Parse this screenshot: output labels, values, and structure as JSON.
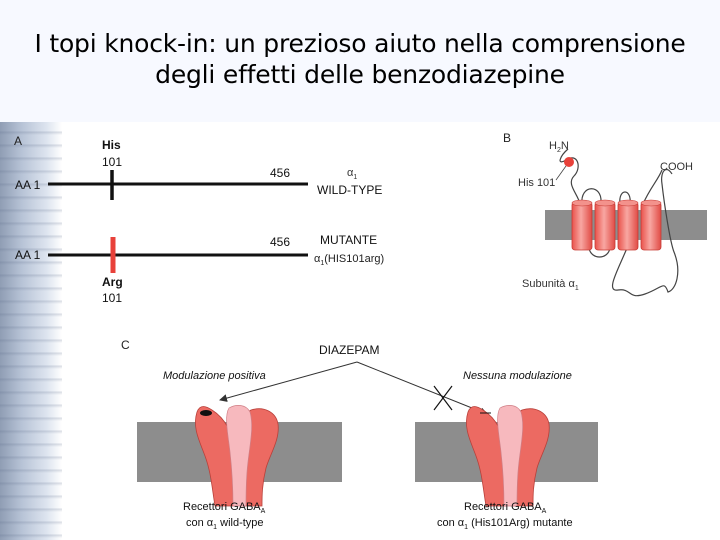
{
  "title": {
    "line1": "I topi knock-in: un prezioso aiuto nella comprensione",
    "line2": "degli effetti delle benzodiazepine"
  },
  "panel_a": {
    "label": "A",
    "wildtype": {
      "start": "AA 1",
      "end": "456",
      "residue": "His",
      "position": "101",
      "alpha": "α",
      "alpha_sub": "1",
      "type": "WILD-TYPE"
    },
    "mutant": {
      "start": "AA 1",
      "end": "456",
      "residue": "Arg",
      "position": "101",
      "type": "MUTANTE",
      "alpha": "α",
      "alpha_sub": "1",
      "mutation": "(HIS101arg)"
    }
  },
  "panel_b": {
    "label": "B",
    "n_term": "H",
    "n_term_sub": "2",
    "n_term_end": "N",
    "c_term": "COOH",
    "residue": "His 101",
    "subunit": "Subunità α",
    "subunit_sub": "1"
  },
  "panel_c": {
    "label": "C",
    "drug": "DIAZEPAM",
    "left_effect": "Modulazione positiva",
    "right_effect": "Nessuna modulazione",
    "left_caption_1": "Recettori GABA",
    "left_caption_1_sub": "A",
    "left_caption_2": "con α",
    "left_caption_2_sub": "1",
    "left_caption_2_end": " wild-type",
    "right_caption_1": "Recettori GABA",
    "right_caption_1_sub": "A",
    "right_caption_2": "con α",
    "right_caption_2_sub": "1",
    "right_caption_2_end": " (His101Arg) mutante"
  },
  "colors": {
    "receptor": "#ec6a62",
    "receptor_light": "#f7b9be",
    "membrane": "#8d8d8d",
    "mutation_mark": "#e8413a"
  }
}
